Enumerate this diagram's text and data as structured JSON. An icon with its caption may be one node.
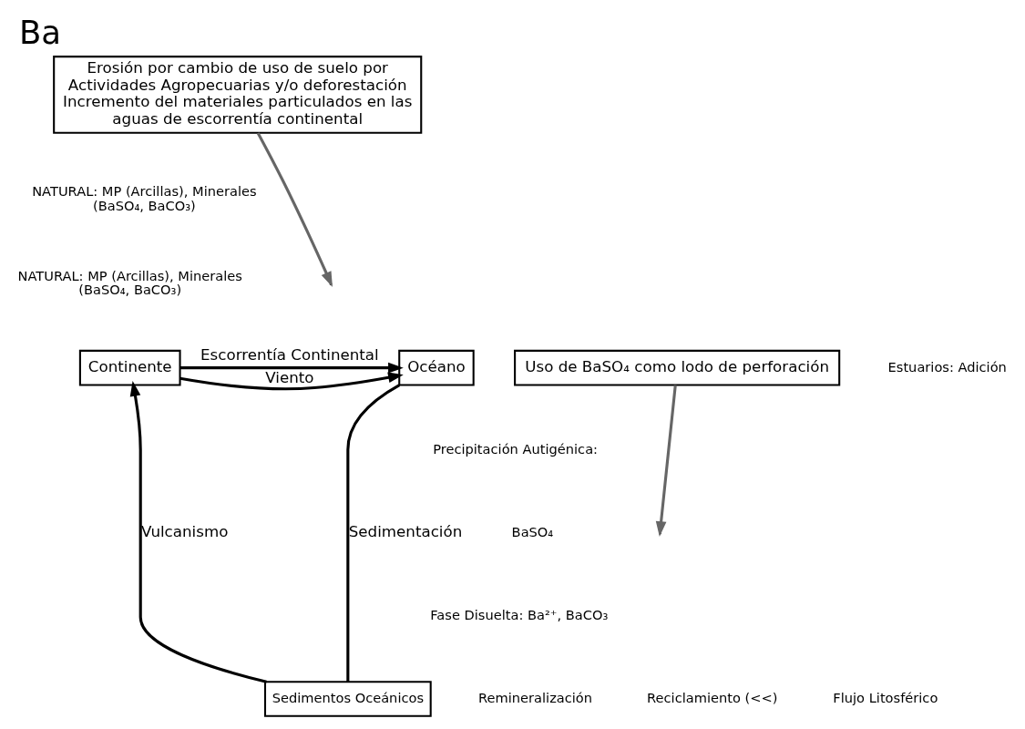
{
  "diagram": {
    "title": "Ba",
    "nodes": [
      {
        "text": [
          "Erosión por cambio de uso de suelo por Actividades Agropecuarias y/o deforestación Incremento del materiales particulados en las aguas de escorrentía continental"
        ]
      },
      {
        "text": [
          "Continente"
        ]
      },
      {
        "text": [
          "Océano"
        ]
      },
      {
        "text": [
          "Uso de BaSO₄ como lodo de perforación"
        ]
      },
      {
        "text": [
          "Sedimentos Oceánicos"
        ]
      }
    ],
    "edges": [
      {
        "from": 1,
        "to": 2,
        "arrow": "to",
        "label": "Viento"
      },
      {
        "from": 1,
        "to": 2,
        "arrow": "to",
        "label": "Escorrentía Continental"
      },
      {
        "from": 2,
        "to": 4,
        "arrow": "none",
        "label": "Sedimentación"
      },
      {
        "from": 4,
        "to": 1,
        "arrow": "to",
        "label": "Vulcanismo"
      },
      {
        "from": 0,
        "to": null,
        "arrow": "to",
        "color": "#666666"
      },
      {
        "from": 3,
        "to": null,
        "arrow": "to",
        "color": "#666666"
      }
    ],
    "labels": [
      "NATURAL: MP (Arcillas), Minerales (BaSO₄, BaCO₃)",
      "NATURAL: MP (Arcillas), Minerales (BaSO₄, BaCO₃)",
      "Estuarios: Adición",
      "Precipitación Autigénica:",
      "BaSO₄",
      "Fase Disuelta: Ba²⁺, BaCO₃",
      "Remineralización",
      "Reciclamiento (<<)",
      "Flujo Litosférico"
    ]
  }
}
